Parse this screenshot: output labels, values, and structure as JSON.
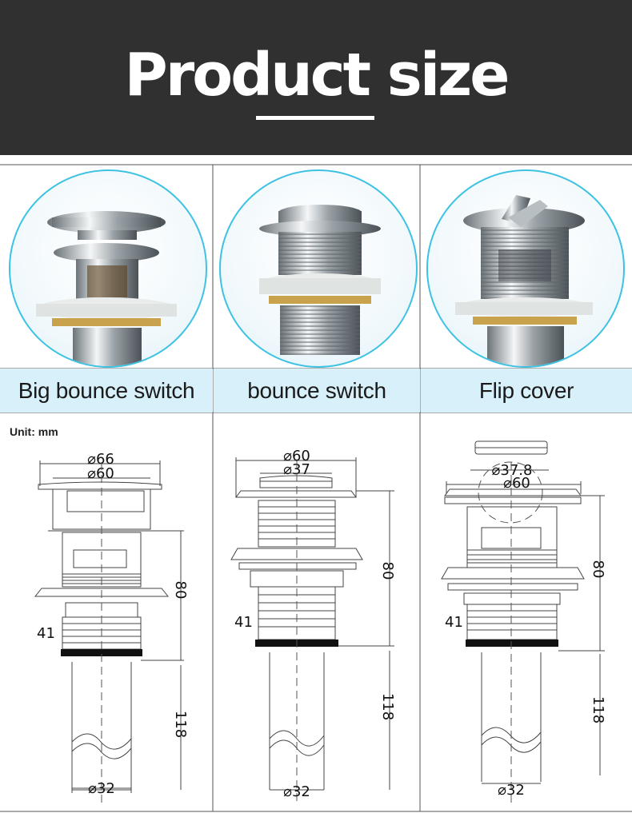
{
  "header": {
    "title": "Product size"
  },
  "products": [
    {
      "label": "Big bounce switch"
    },
    {
      "label": "bounce switch"
    },
    {
      "label": "Flip cover"
    }
  ],
  "unit_note": "Unit: mm",
  "drawings": [
    {
      "outer_dia": "⌀66",
      "inner_dia": "⌀60",
      "height": "80",
      "thread": "41",
      "tail": "118",
      "pipe": "⌀32"
    },
    {
      "outer_dia": "⌀60",
      "inner_dia": "⌀37",
      "height": "80",
      "thread": "41",
      "tail": "118",
      "pipe": "⌀32"
    },
    {
      "outer_dia": "⌀60",
      "inner_dia": "⌀37.8",
      "height": "80",
      "thread": "41",
      "tail": "118",
      "pipe": "⌀32"
    }
  ],
  "colors": {
    "header_bg": "#303030",
    "label_band": "#d7f0f9",
    "circle_border": "#3dc2e3"
  }
}
